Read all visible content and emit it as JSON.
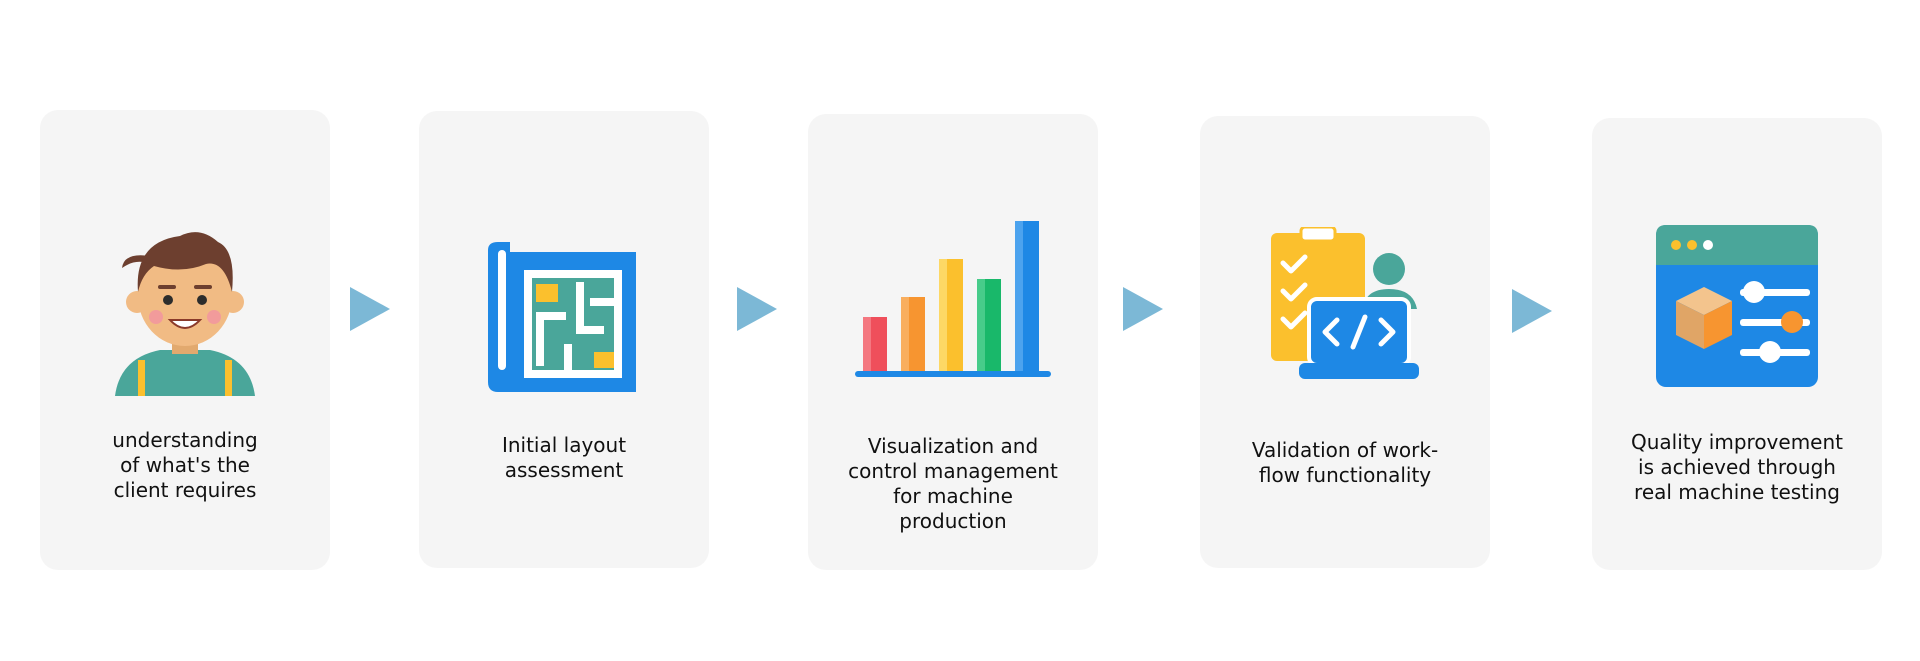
{
  "colors": {
    "card_bg": "#f5f5f5",
    "arrow": "#7cb8d6",
    "blue": "#1e88e5",
    "teal": "#4aa69a",
    "yellow": "#fbc02d",
    "orange": "#f79530",
    "red": "#ef4f5b",
    "green": "#19b86a"
  },
  "steps": [
    {
      "icon": "client-boy-icon",
      "text": "understanding\nof what's the\nclient requires"
    },
    {
      "icon": "layout-blueprint-icon",
      "text": "Initial layout\nassessment"
    },
    {
      "icon": "bar-chart-icon",
      "text": "Visualization and\ncontrol management\nfor machine\nproduction"
    },
    {
      "icon": "code-checklist-icon",
      "text": "Validation of work-\nflow functionality"
    },
    {
      "icon": "box-settings-icon",
      "text": "Quality improvement\nis achieved through\nreal machine testing"
    }
  ]
}
